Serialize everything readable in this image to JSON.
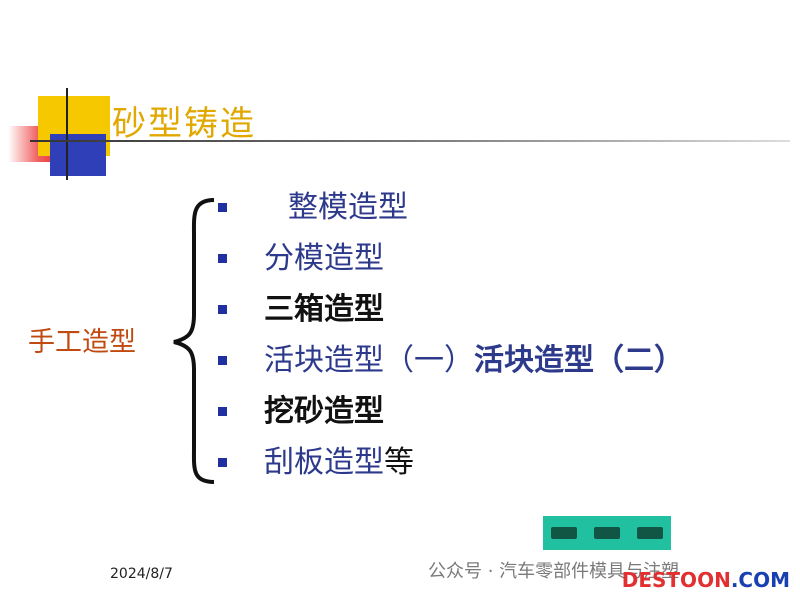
{
  "title": "砂型铸造",
  "group_label": "手工造型",
  "items": [
    {
      "text": "整模造型"
    },
    {
      "text": "分模造型"
    },
    {
      "text": "三箱造型"
    },
    {
      "text_a": "活块造型（一）",
      "text_b": "活块造型（二）"
    },
    {
      "text": "挖砂造型"
    },
    {
      "text": "刮板造型",
      "suffix": "等"
    }
  ],
  "footer": {
    "date": "2024/8/7",
    "watermark": "公众号 · 汽车零部件模具与注塑",
    "brand_a": "DESTOON",
    "brand_b": ".COM"
  },
  "colors": {
    "title": "#e0a800",
    "list": "#2d3a8c",
    "label": "#c04a10",
    "nav": "#20c0a0"
  }
}
